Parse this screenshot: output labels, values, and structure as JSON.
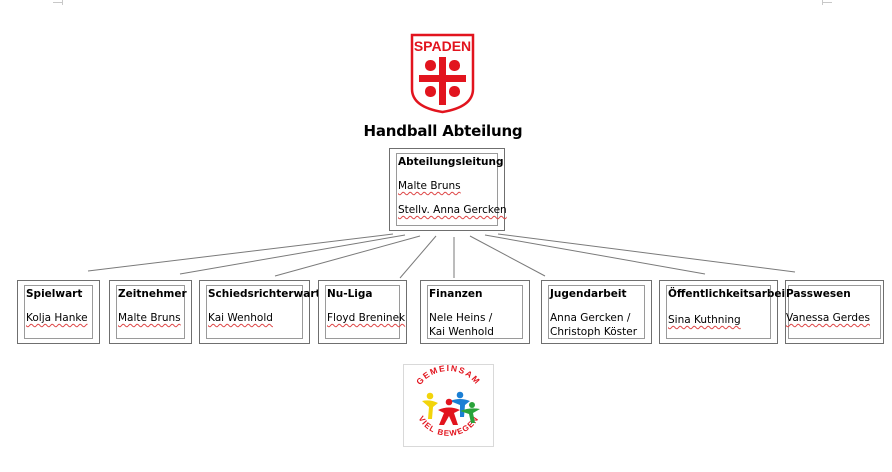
{
  "logo_top": {
    "text": "SPADEN",
    "primary_color": "#e2141e"
  },
  "title": "Handball Abteilung",
  "root": {
    "heading": "Abteilungsleitung",
    "lines": [
      "Malte Bruns",
      "Stellv. Anna Gercken"
    ]
  },
  "departments": [
    {
      "heading": "Spielwart",
      "lines": [
        "Kolja Hanke"
      ]
    },
    {
      "heading": "Zeitnehmer",
      "lines": [
        "Malte Bruns"
      ]
    },
    {
      "heading": "Schiedsrichterwart",
      "lines": [
        "Kai Wenhold"
      ]
    },
    {
      "heading": "Nu-Liga",
      "lines": [
        "Floyd Breninek"
      ]
    },
    {
      "heading": "Finanzen",
      "lines": [
        "Nele Heins /",
        "Kai Wenhold"
      ]
    },
    {
      "heading": "Jugendarbeit",
      "lines": [
        "Anna Gercken /",
        "Christoph Köster"
      ]
    },
    {
      "heading": "Öffentlichkeitsarbeit",
      "lines": [
        "Sina Kuthning"
      ]
    },
    {
      "heading": "Passwesen",
      "lines": [
        "Vanessa Gerdes"
      ]
    }
  ],
  "logo_bottom": {
    "top_text": "GEMEINSAM",
    "bottom_text": "VIEL BEWEGEN",
    "colors": [
      "#e2141e",
      "#f2d40b",
      "#1b7fd4",
      "#2aa33a"
    ]
  }
}
